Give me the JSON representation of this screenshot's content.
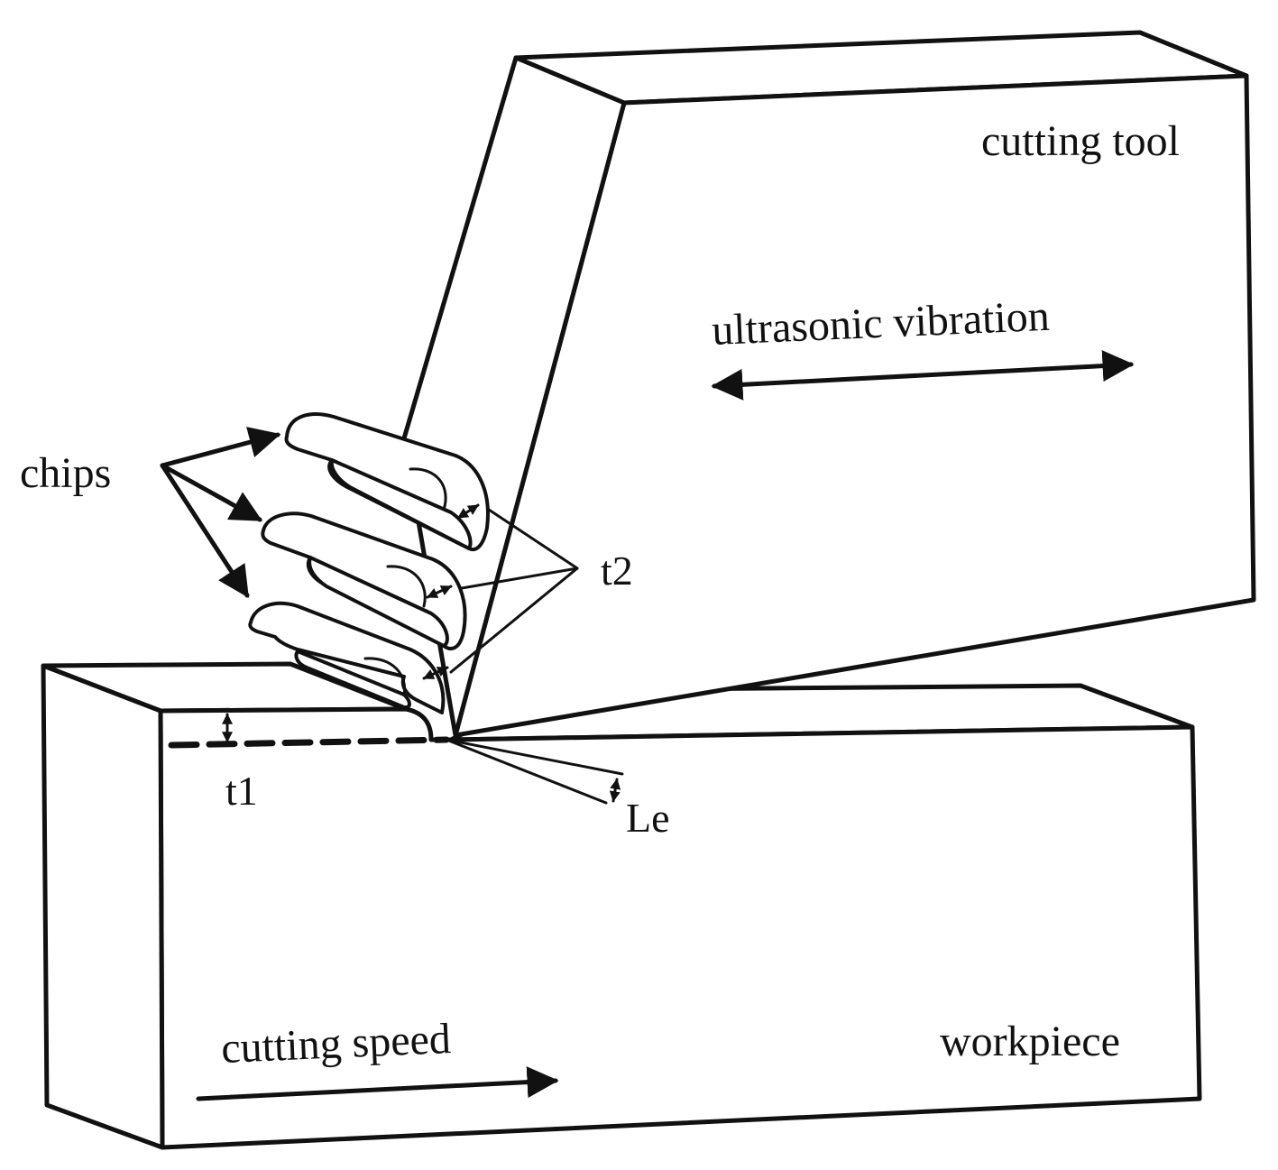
{
  "labels": {
    "cutting_tool": "cutting tool",
    "ultrasonic_vibration": "ultrasonic vibration",
    "chips": "chips",
    "t2": "t2",
    "t1": "t1",
    "le": "Le",
    "cutting_speed": "cutting speed",
    "workpiece": "workpiece"
  },
  "colors": {
    "line": "#111111",
    "background": "#ffffff"
  }
}
